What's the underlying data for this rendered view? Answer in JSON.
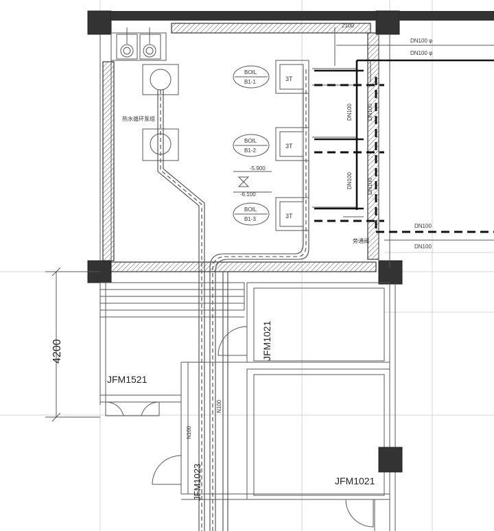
{
  "labels": {
    "dim_2100": "2100",
    "dn100_a": "DN100 φ",
    "dn100_b": "DN100 φ",
    "boiler_1_name": "BOIL",
    "boiler_1_code": "B1-1",
    "boiler_2_name": "BOIL",
    "boiler_2_code": "B1-2",
    "boiler_3_name": "BOIL",
    "boiler_3_code": "B1-3",
    "st_1": "3T",
    "st_2": "3T",
    "st_3": "3T",
    "level_top": "-5.900",
    "level_bottom": "-6.100",
    "dn100_v1": "DN100",
    "dn100_v2": "DN100",
    "dn100_v3": "DN100",
    "dn100_v4": "DN100",
    "dn100_right_1": "DN100",
    "dn100_right_2": "DN100",
    "valve_note": "旁通阀",
    "dim_4200": "4200",
    "door_jfm1521": "JFM1521",
    "door_jfm1021_a": "JFM1021",
    "door_jfm1021_b": "JFM1021",
    "door_jfm1023": "JFM1023",
    "riser_text_1": "N100",
    "riser_text_2": "N100",
    "equipment_note": "热水循环泵组"
  }
}
